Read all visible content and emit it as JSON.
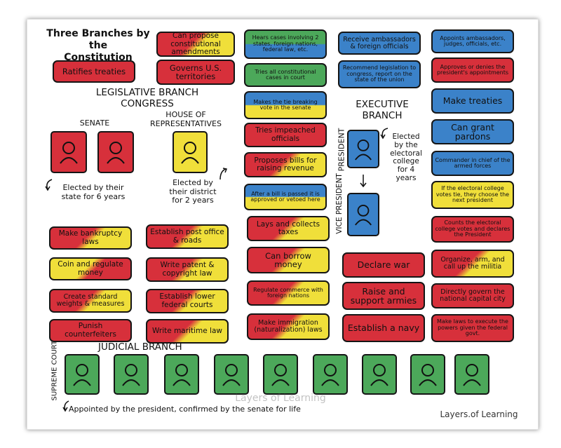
{
  "title": {
    "line1": "Three Branches by the",
    "line2": "Constitution"
  },
  "legislative": {
    "heading1": "LEGISLATIVE BRANCH",
    "heading2": "CONGRESS",
    "senate_label": "SENATE",
    "house_label_1": "HOUSE OF",
    "house_label_2": "REPRESENTATIVES",
    "senate_note_1": "Elected by their",
    "senate_note_2": "state for 6 years",
    "house_note_1": "Elected by",
    "house_note_2": "their district",
    "house_note_3": "for 2 years"
  },
  "executive": {
    "heading1": "EXECUTIVE",
    "heading2": "BRANCH",
    "president_label": "PRESIDENT",
    "vice_label_1": "VICE",
    "vice_label_2": "PRESIDENT",
    "note_1": "Elected",
    "note_2": "by the",
    "note_3": "electoral",
    "note_4": "college",
    "note_5": "for 4",
    "note_6": "years"
  },
  "judicial": {
    "heading": "JUDICIAL BRANCH",
    "court_label_1": "SUPREME",
    "court_label_2": "COURT",
    "note": "Appointed by the president, confirmed by the senate for life"
  },
  "cards": {
    "ratifies_treaties": "Ratifies treaties",
    "propose_amendments": "Can propose constitutional amendments",
    "governs_territories": "Governs U.S. territories",
    "bankruptcy": "Make bankruptcy laws",
    "coin_money": "Coin and regulate money",
    "weights": "Create standard weights & measures",
    "counterfeiters": "Punish counterfeiters",
    "post_office": "Establish post office & roads",
    "patent": "Write patent & copyright law",
    "lower_courts": "Establish lower federal courts",
    "maritime": "Write maritime law",
    "hears_cases": "Hears cases involving 2 states, foreign nations, federal law, etc.",
    "tries_constitutional": "Tries all constitutional cases in court",
    "tie_breaking": "Makes the tie breaking vote in the senate",
    "impeached": "Tries impeached officials",
    "revenue_bills": "Proposes bills for raising revenue",
    "bill_passed": "After a bill is passed it is approved or vetoed here",
    "lays_taxes": "Lays and collects taxes",
    "borrow_money": "Can borrow money",
    "commerce": "Regulate commerce with foreign nations",
    "immigration": "Make immigration (naturalization) laws",
    "receive_ambassadors": "Receive ambassadors & foreign officials",
    "recommend_legislation": "Recommend legislation to congress, report on the state of the union",
    "declare_war": "Declare war",
    "armies": "Raise and support armies",
    "navy": "Establish a navy",
    "appoints_ambassadors": "Appoints ambassadors, judges, officials, etc.",
    "approves_appointments": "Approves or denies the president's appointments",
    "treaties": "Make treaties",
    "pardons": "Can grant pardons",
    "commander": "Commander in chief of the armed forces",
    "electoral_tie": "If the electoral college votes tie, they choose the next president",
    "counts_votes": "Counts the electoral college votes and declares the President",
    "militia": "Organize, arm, and call up the militia",
    "capital_city": "Directly govern the national capital city",
    "execute_laws": "Make laws to execute the powers given the federal govt."
  },
  "watermark": "Layers of Learning",
  "footer_brand": "Layers.of Learning",
  "colors": {
    "red": "#d7303b",
    "yellow": "#f0df3a",
    "green": "#4ca85a",
    "blue": "#3b82c9"
  },
  "icons": {
    "person": "person-outline-icon",
    "arrow": "curved-arrow-icon"
  }
}
